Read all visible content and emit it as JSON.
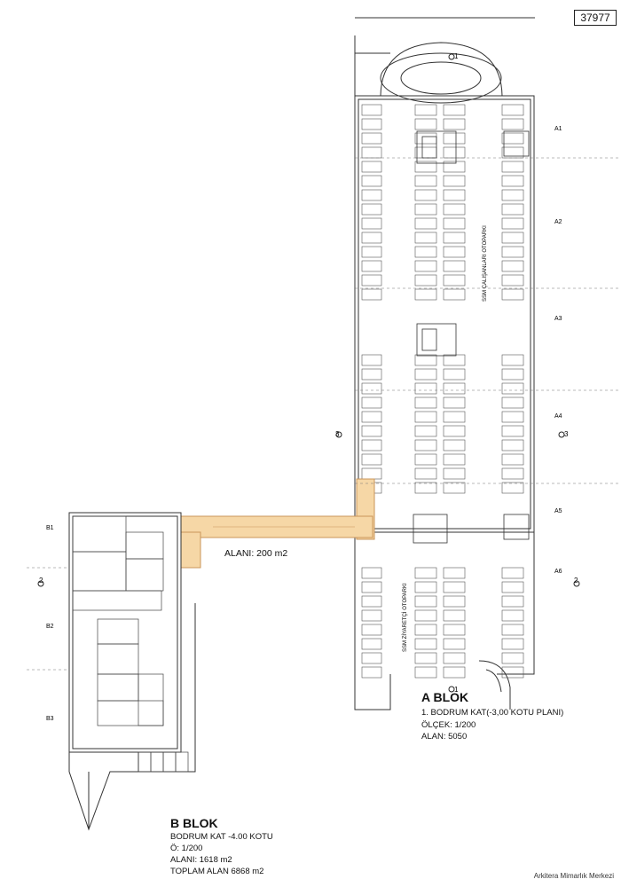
{
  "sheet_id": "37977",
  "a_block": {
    "title": "A BLOK",
    "plan": "1. BODRUM KAT(-3,00 KOTU PLANI)",
    "scale": "ÖLÇEK: 1/200",
    "area": "ALAN: 5050"
  },
  "b_block": {
    "title": "B BLOK",
    "plan": "BODRUM KAT -4.00 KOTU",
    "scale": "Ö: 1/200",
    "area": "ALANI: 1618 m2",
    "total": "TOPLAM ALAN 6868 m2"
  },
  "connector_area": "ALANI: 200 m2",
  "axes_right": [
    "A1",
    "A2",
    "A3",
    "A4",
    "A5",
    "A6"
  ],
  "axes_left": [
    "B1",
    "B2",
    "B3"
  ],
  "section_marks": [
    "1",
    "1",
    "2",
    "2",
    "3",
    "3"
  ],
  "parking_labels": [
    "SSM ÇALIŞANLARI OTOPARKI",
    "SSM ZİYARETÇİ OTOPARKI"
  ],
  "credit": "Arkitera Mimarlık Merkezi",
  "colors": {
    "line": "#333333",
    "highlight": "#f6d7a6",
    "highlight_line": "#c9955a"
  }
}
